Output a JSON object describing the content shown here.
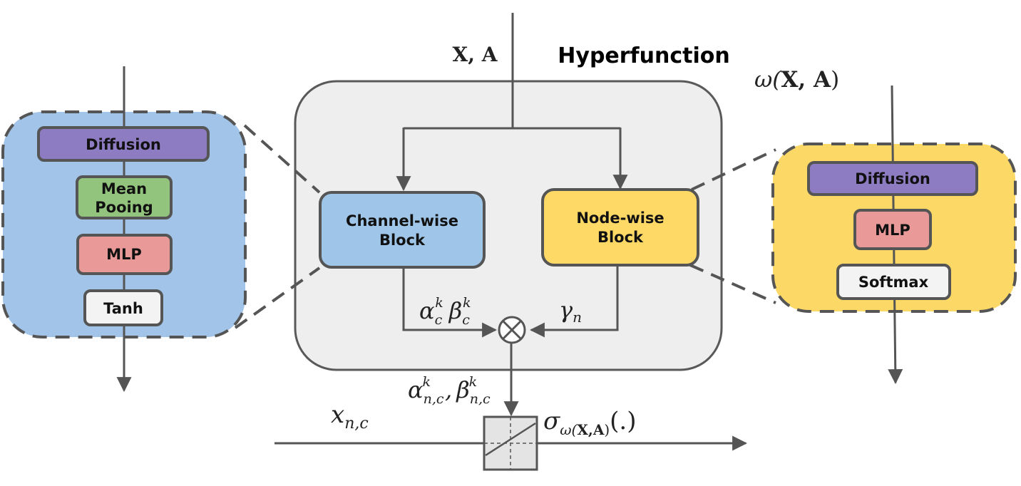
{
  "title": "Hyperfunction",
  "input_label": {
    "bold": "X, A"
  },
  "omega_label": {
    "pre": "ω(",
    "bold": "X, A",
    "post": ")"
  },
  "center": {
    "channel_block": {
      "line1": "Channel-wise",
      "line2": "Block"
    },
    "node_block": {
      "line1": "Node-wise",
      "line2": "Block"
    },
    "alpha": "α",
    "beta": "β",
    "sup_k": "k",
    "sub_c": "c",
    "gamma": "γ",
    "sub_n": "n",
    "sub_nc": "n,c",
    "comma": ","
  },
  "left_panel": {
    "diffusion": "Diffusion",
    "mean_line1": "Mean",
    "mean_line2": "Pooing",
    "mlp": "MLP",
    "tanh": "Tanh"
  },
  "right_panel": {
    "diffusion": "Diffusion",
    "mlp": "MLP",
    "softmax": "Softmax"
  },
  "bottom": {
    "x": "x",
    "x_sub": "n,c",
    "sigma": "σ",
    "sigma_sub_pre": "ω(",
    "sigma_sub_bold": "X,A",
    "sigma_sub_post": ")",
    "sigma_tail": "(.)"
  },
  "colors": {
    "left_panel": "#a1c4e8",
    "right_panel": "#fcd866",
    "center_panel": "#eeeeee",
    "diffusion": "#8e7cc3",
    "mean_pooling": "#93c47d",
    "mlp": "#ea9999",
    "light_box": "#f3f3f3",
    "channel_block": "#9fc5e8",
    "node_block": "#ffd966",
    "stroke": "#555555"
  }
}
